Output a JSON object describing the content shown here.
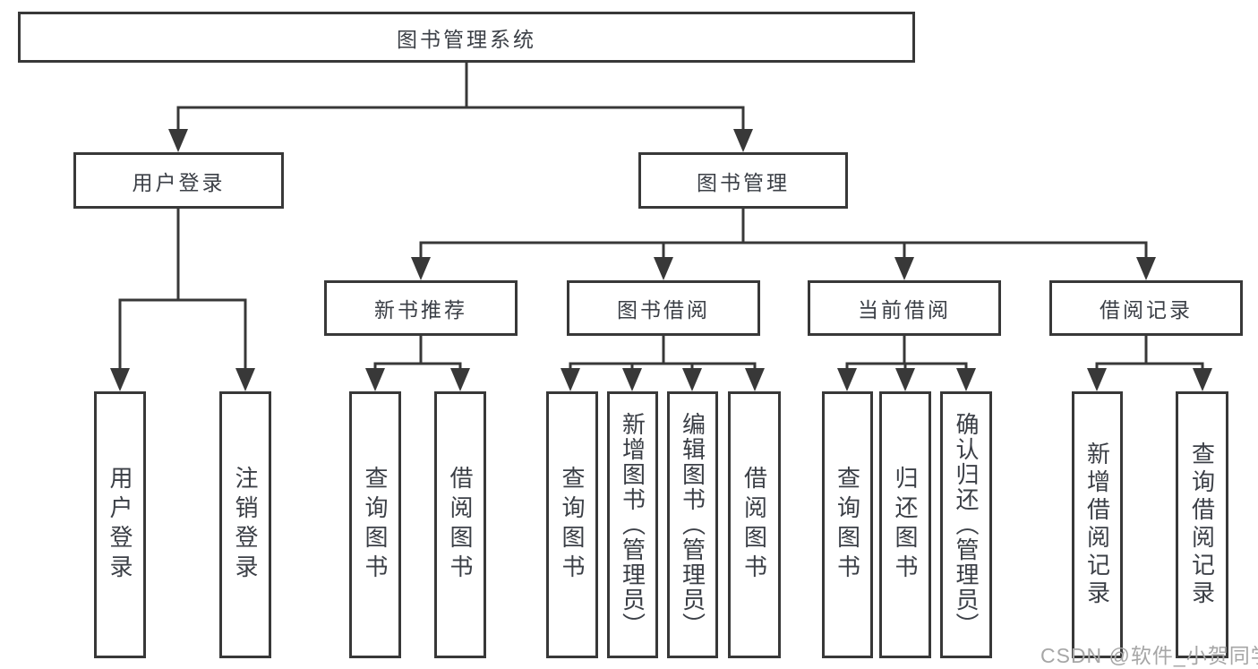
{
  "diagram": {
    "title": "图书管理系统",
    "nodes": {
      "root": {
        "label": "图书管理系统"
      },
      "level2": [
        {
          "label": "用户登录"
        },
        {
          "label": "图书管理"
        }
      ],
      "level3": [
        {
          "label": "新书推荐",
          "parent": "图书管理"
        },
        {
          "label": "图书借阅",
          "parent": "图书管理"
        },
        {
          "label": "当前借阅",
          "parent": "图书管理"
        },
        {
          "label": "借阅记录",
          "parent": "图书管理"
        }
      ],
      "leaves": [
        {
          "label": "用户登录",
          "parent": "用户登录"
        },
        {
          "label": "注销登录",
          "parent": "用户登录"
        },
        {
          "label": "查询图书",
          "parent": "新书推荐"
        },
        {
          "label": "借阅图书",
          "parent": "新书推荐"
        },
        {
          "label": "查询图书",
          "parent": "图书借阅"
        },
        {
          "label": "新增图书（管理员）",
          "parent": "图书借阅"
        },
        {
          "label": "编辑图书（管理员）",
          "parent": "图书借阅"
        },
        {
          "label": "借阅图书",
          "parent": "图书借阅"
        },
        {
          "label": "查询图书",
          "parent": "当前借阅"
        },
        {
          "label": "归还图书",
          "parent": "当前借阅"
        },
        {
          "label": "确认归还（管理员）",
          "parent": "当前借阅"
        },
        {
          "label": "新增借阅记录",
          "parent": "借阅记录"
        },
        {
          "label": "查询借阅记录",
          "parent": "借阅记录"
        }
      ]
    },
    "colors": {
      "line": "#383838",
      "text": "#3b3f46",
      "background": "#ffffff",
      "watermark": "#a6a6a6"
    },
    "watermark": "CSDN @软件_小贺同学"
  }
}
